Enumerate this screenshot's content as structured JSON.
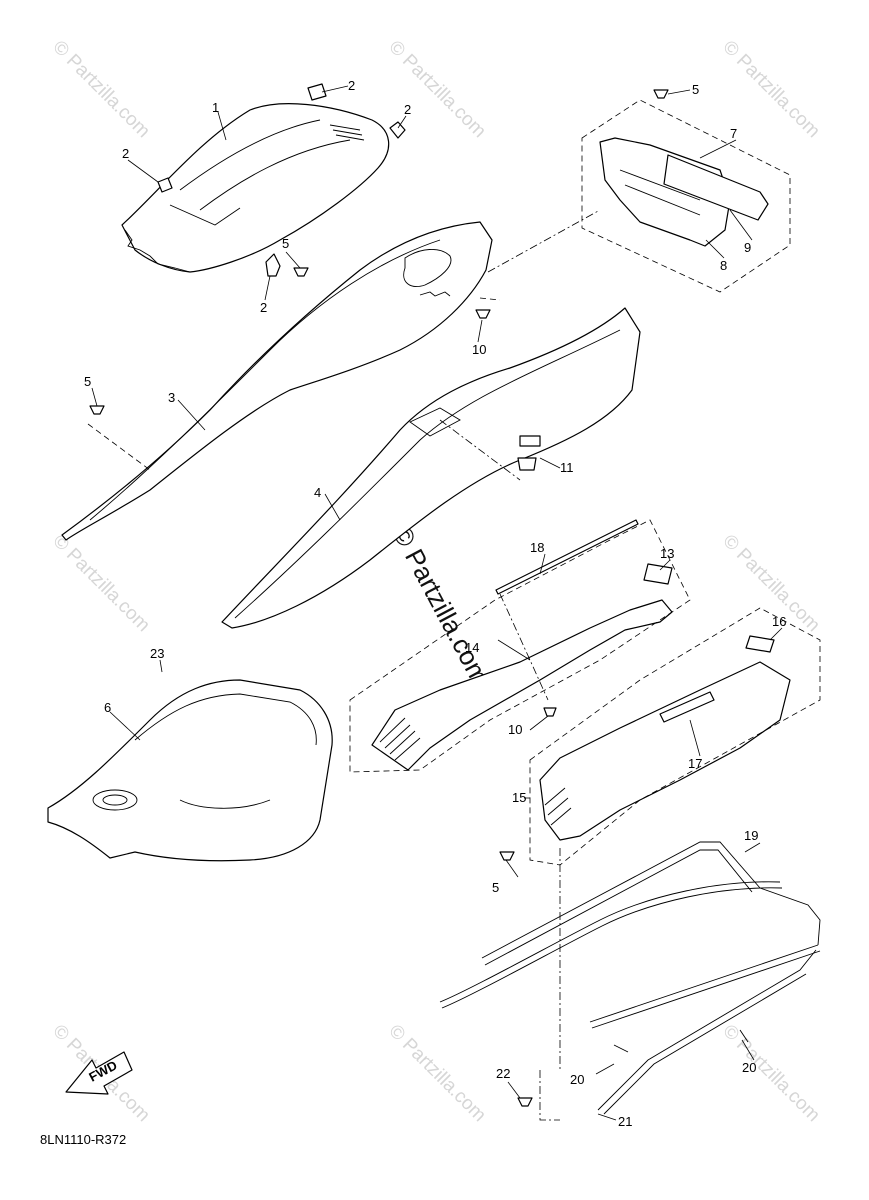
{
  "watermark": {
    "small_text": "© Partzilla.com",
    "center_text": "© Partzilla.com"
  },
  "diagram_code": "8LN1110-R372",
  "fwd_arrow_label": "FWD",
  "callouts": [
    {
      "id": "c1",
      "label": "1"
    },
    {
      "id": "c2a",
      "label": "2"
    },
    {
      "id": "c2b",
      "label": "2"
    },
    {
      "id": "c2c",
      "label": "2"
    },
    {
      "id": "c2d",
      "label": "2"
    },
    {
      "id": "c3",
      "label": "3"
    },
    {
      "id": "c4",
      "label": "4"
    },
    {
      "id": "c5a",
      "label": "5"
    },
    {
      "id": "c5b",
      "label": "5"
    },
    {
      "id": "c5c",
      "label": "5"
    },
    {
      "id": "c5d",
      "label": "5"
    },
    {
      "id": "c6",
      "label": "6"
    },
    {
      "id": "c7",
      "label": "7"
    },
    {
      "id": "c8",
      "label": "8"
    },
    {
      "id": "c9",
      "label": "9"
    },
    {
      "id": "c10a",
      "label": "10"
    },
    {
      "id": "c10b",
      "label": "10"
    },
    {
      "id": "c11",
      "label": "11"
    },
    {
      "id": "c13",
      "label": "13"
    },
    {
      "id": "c14",
      "label": "14"
    },
    {
      "id": "c15",
      "label": "15"
    },
    {
      "id": "c16",
      "label": "16"
    },
    {
      "id": "c17",
      "label": "17"
    },
    {
      "id": "c18",
      "label": "18"
    },
    {
      "id": "c19",
      "label": "19"
    },
    {
      "id": "c20a",
      "label": "20"
    },
    {
      "id": "c20b",
      "label": "20"
    },
    {
      "id": "c21",
      "label": "21"
    },
    {
      "id": "c22",
      "label": "22"
    },
    {
      "id": "c23",
      "label": "23"
    }
  ]
}
